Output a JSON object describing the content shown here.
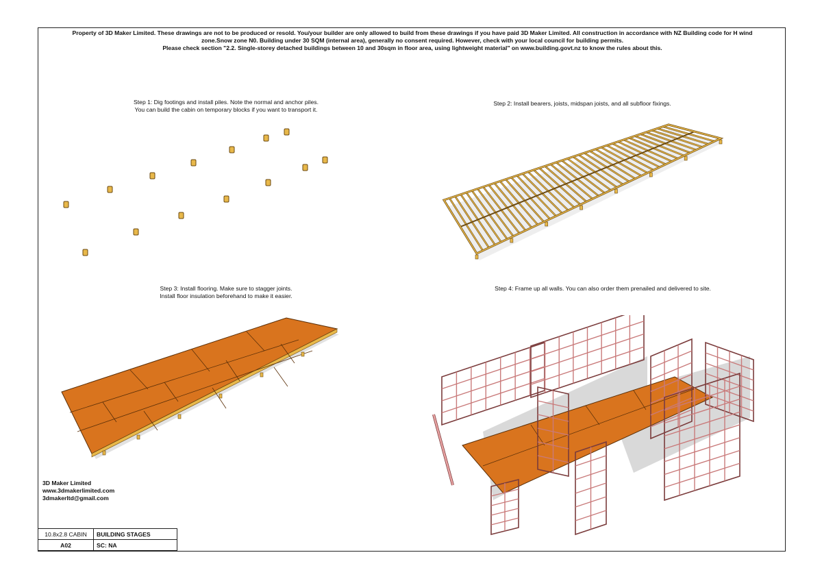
{
  "header": {
    "line1": "Property of 3D Maker Limited. These drawings are not to be produced or resold. You/your builder are only allowed to build from these drawings if you have paid 3D Maker Limited. All construction in accordance with NZ Building code for H wind",
    "line2": "zone.Snow zone N0. Building under 30 SQM (internal area), generally no consent required. However, check with your local council for building permits.",
    "line3": "Please check section \"2.2. Single-storey detached buildings between 10 and 30sqm in floor area, using lightweight material\" on www.building.govt.nz to know the rules about this."
  },
  "steps": [
    {
      "line1": "Step 1: Dig footings and install piles. Note the normal and anchor piles.",
      "line2": "You can build the cabin on temporary blocks if you want to transport it."
    },
    {
      "line1": "Step 2: Install bearers, joists, midspan joists, and all subfloor fixings.",
      "line2": ""
    },
    {
      "line1": "Step 3: Install flooring. Make sure to stagger joints.",
      "line2": "Install floor insulation beforehand to make it easier."
    },
    {
      "line1": "Step 4: Frame up all walls. You can also order them prenailed and delivered to site.",
      "line2": ""
    }
  ],
  "company": {
    "name": "3D Maker Limited",
    "website": "www.3dmakerlimited.com",
    "email": "3dmakerltd@gmail.com"
  },
  "title_block": {
    "project": "10.8x2.8 CABIN",
    "sheet_title": "BUILDING STAGES",
    "sheet_number": "A02",
    "scale": "SC: NA"
  },
  "colors": {
    "timber": "#e8b84a",
    "timber_edge": "#6b4a12",
    "flooring": "#d9741e",
    "wall_frame": "#e8a3a3",
    "shadow": "#d0d0d0"
  }
}
